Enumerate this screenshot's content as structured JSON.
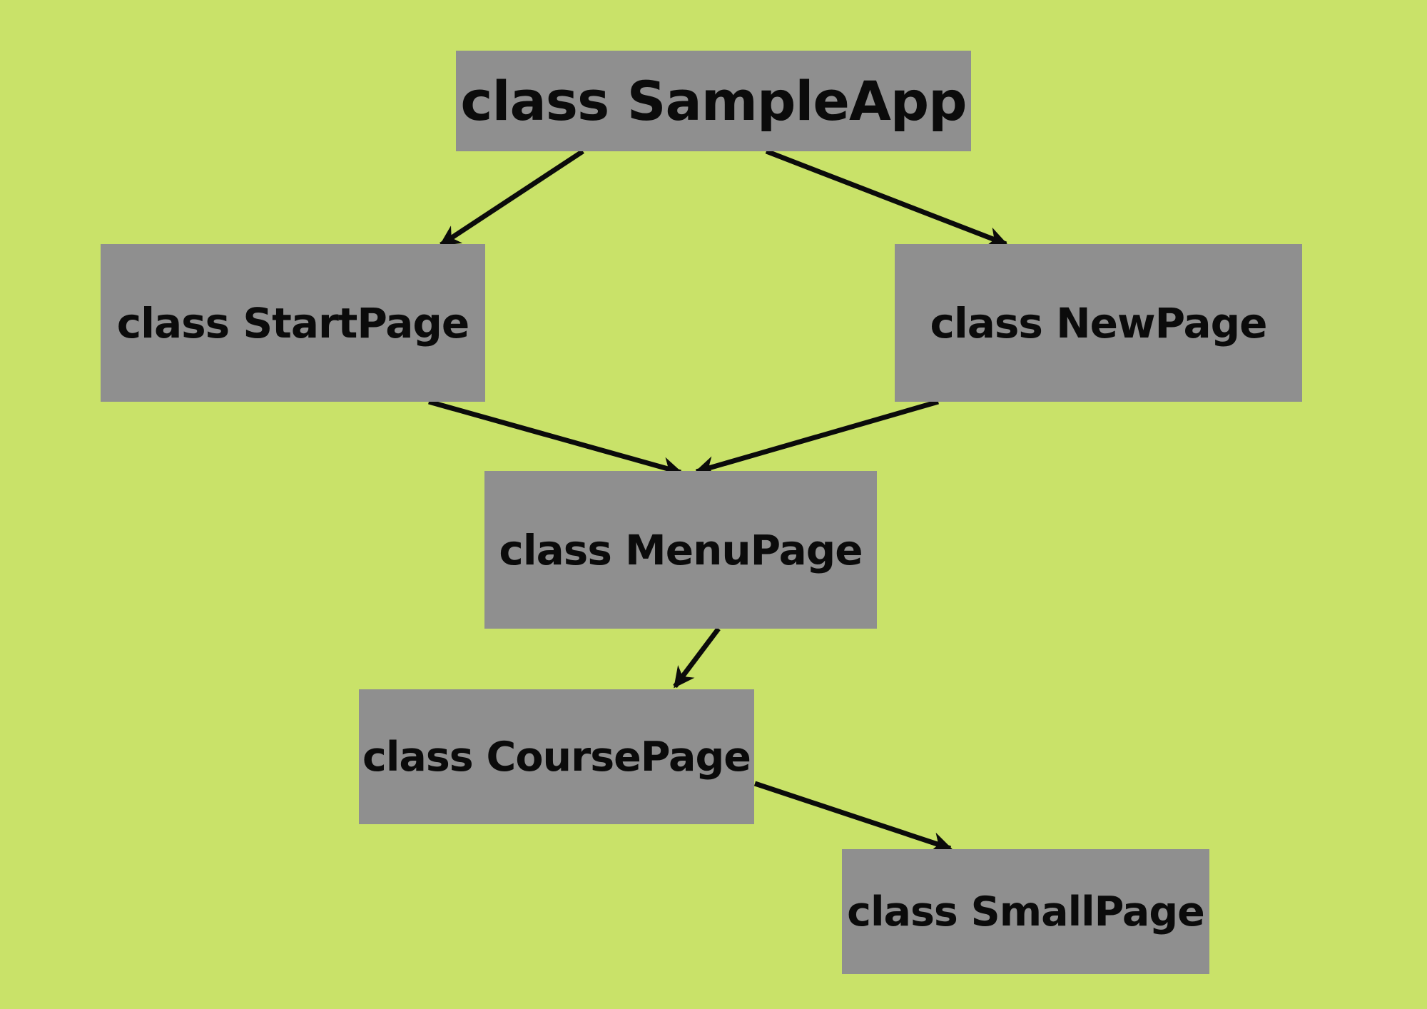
{
  "background_color": "#c9e269",
  "node_color": "#8f8f8f",
  "text_color": "#0b0b0b",
  "nodes": {
    "sampleapp": {
      "label": "class SampleApp"
    },
    "startpage": {
      "label": "class StartPage"
    },
    "newpage": {
      "label": "class NewPage"
    },
    "menupage": {
      "label": "class MenuPage"
    },
    "coursepage": {
      "label": "class CoursePage"
    },
    "smallpage": {
      "label": "class SmallPage"
    }
  },
  "edges": [
    {
      "from": "sampleapp",
      "to": "startpage"
    },
    {
      "from": "sampleapp",
      "to": "newpage"
    },
    {
      "from": "startpage",
      "to": "menupage"
    },
    {
      "from": "newpage",
      "to": "menupage"
    },
    {
      "from": "menupage",
      "to": "coursepage"
    },
    {
      "from": "coursepage",
      "to": "smallpage"
    }
  ]
}
